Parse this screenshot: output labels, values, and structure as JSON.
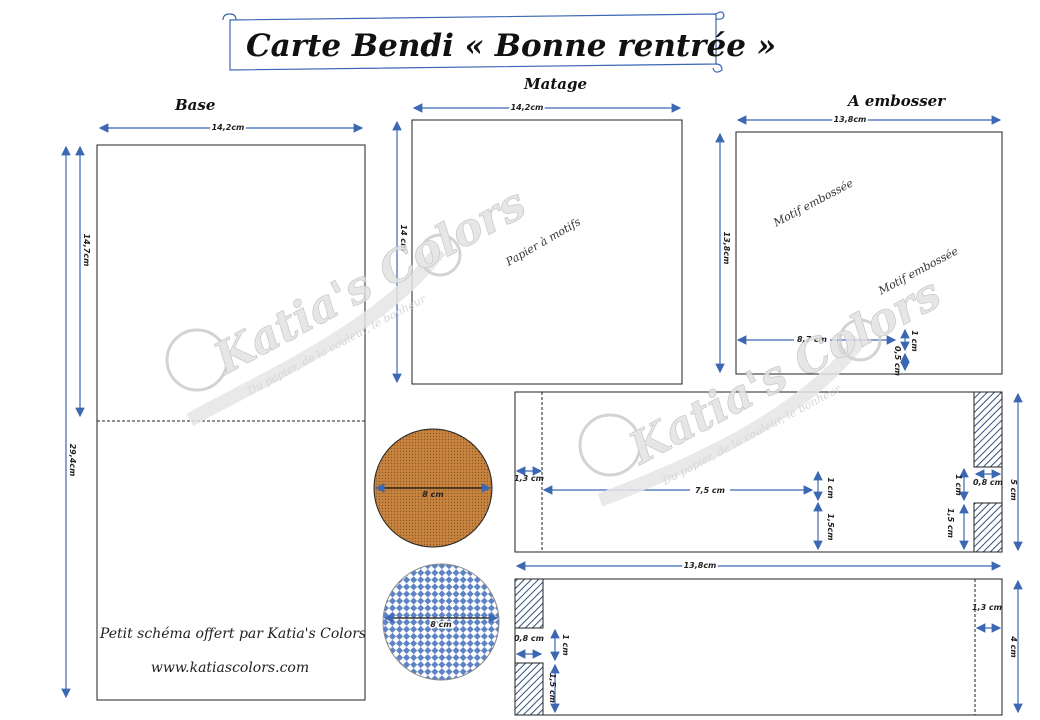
{
  "title": "Carte Bendi « Bonne rentrée »",
  "sections": {
    "base": "Base",
    "matting": "Matage",
    "emboss": "A embosser"
  },
  "base": {
    "width": "14,2cm",
    "fold_height": "14,7cm",
    "total_height": "29,4cm",
    "credit_line1": "Petit schéma offert par Katia's Colors",
    "credit_line2": "www.katiascolors.com"
  },
  "matting": {
    "width": "14,2cm",
    "height": "14 cm",
    "pattern_label": "Papier à motifs"
  },
  "emboss": {
    "width": "13,8cm",
    "height": "13,8cm",
    "label1": "Motif embossée",
    "label2": "Motif embossée",
    "dim_h": "8,7 cm",
    "dim_1cm": "1 cm",
    "dim_05": "0,5 cm"
  },
  "strip1": {
    "left_margin": "1,3 cm",
    "length": "7,5 cm",
    "dim_1cm": "1 cm",
    "dim_15": "1,5cm",
    "right_1cm": "1 cm",
    "right_08": "0,8 cm",
    "right_15": "1,5 cm",
    "height": "5 cm"
  },
  "strip_width": "13,8cm",
  "strip2": {
    "right_margin": "1,3 cm",
    "left_08": "0,8 cm",
    "left_1cm": "1 cm",
    "left_15": "1,5 cm",
    "height": "4 cm"
  },
  "circles": {
    "orange_diameter": "8 cm",
    "blue_diameter": "8 cm"
  },
  "watermark": {
    "brand": "Katia's Colors",
    "tagline": "Du papier, de la couleur, le bonheur"
  },
  "colors": {
    "arrow": "#3b67b3",
    "orange_circle": "#c9843f",
    "blue_circle": "#5f84c4"
  }
}
